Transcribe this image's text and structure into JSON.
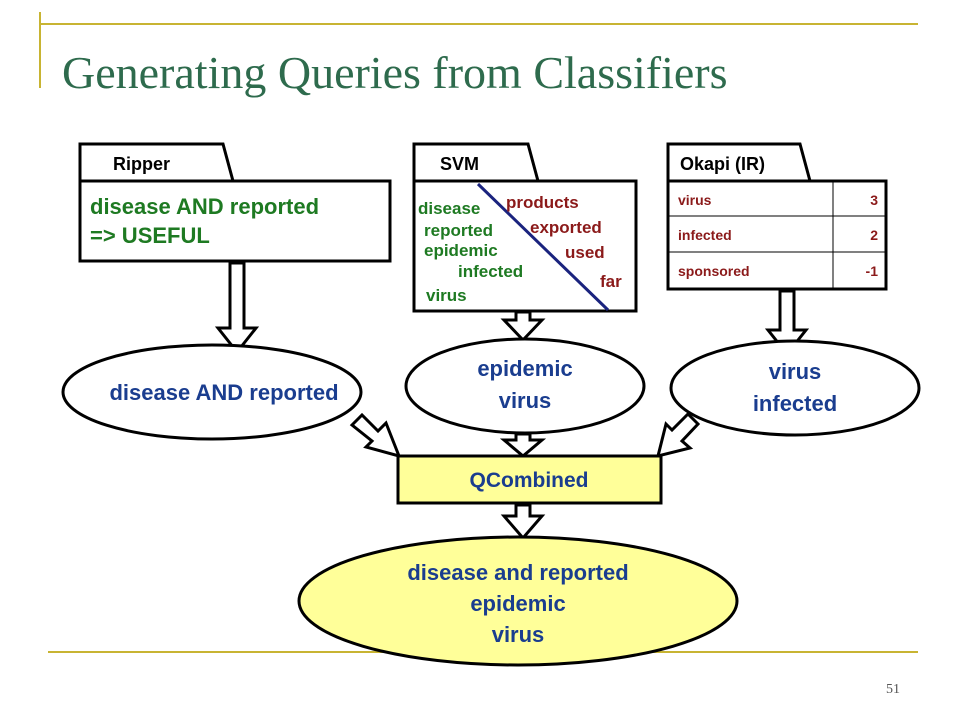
{
  "slide": {
    "title": "Generating Queries from Classifiers",
    "page_number": "51",
    "accent_color": "#c8b432"
  },
  "ripper": {
    "tab_label": "Ripper",
    "rule_line1": "disease AND reported",
    "rule_line2": "=> USEFUL",
    "query": "disease AND reported"
  },
  "svm": {
    "tab_label": "SVM",
    "left_words": [
      "disease",
      "reported",
      "epidemic",
      "infected",
      "virus"
    ],
    "right_words": [
      "products",
      "exported",
      "used",
      "far"
    ],
    "query_line1": "epidemic",
    "query_line2": "virus"
  },
  "okapi": {
    "tab_label": "Okapi (IR)",
    "rows": [
      {
        "term": "virus",
        "weight": "3"
      },
      {
        "term": "infected",
        "weight": "2"
      },
      {
        "term": "sponsored",
        "weight": "-1"
      }
    ],
    "query_line1": "virus",
    "query_line2": "infected"
  },
  "combined": {
    "label": "QCombined",
    "box_color": "#ffff99"
  },
  "result": {
    "line1": "disease and reported",
    "line2": "epidemic",
    "line3": "virus",
    "fill_color": "#ffff99"
  }
}
